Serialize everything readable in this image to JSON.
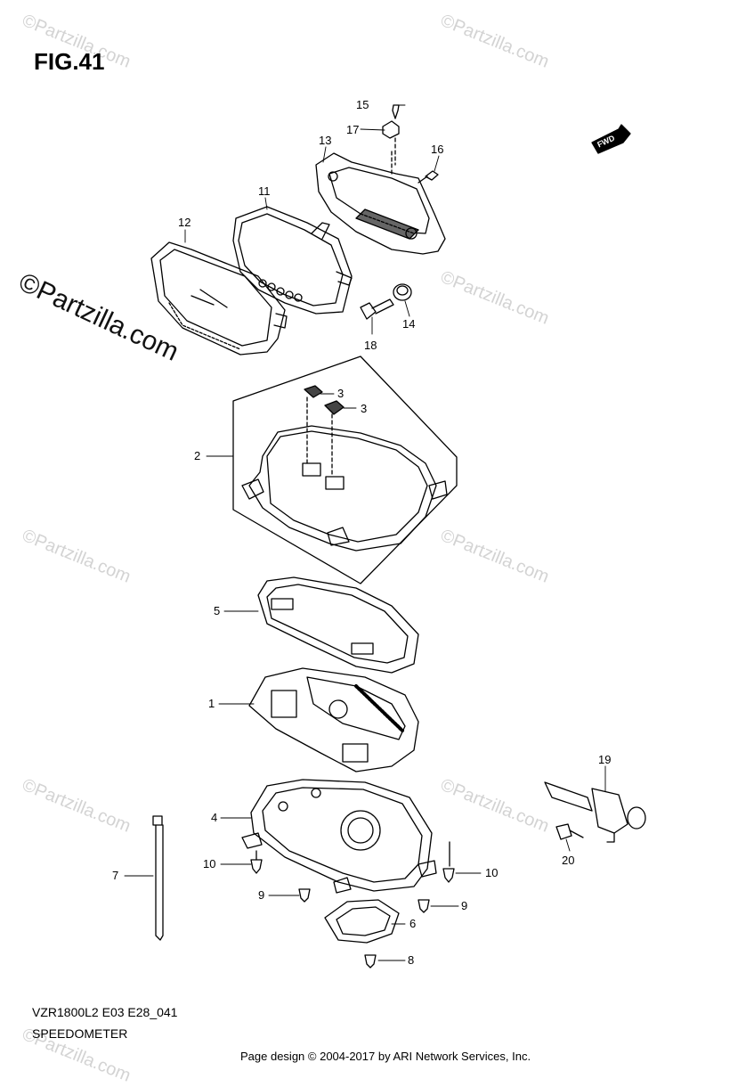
{
  "figure": {
    "title": "FIG.41"
  },
  "watermark": {
    "text": "Partzilla.com",
    "copyright_symbol": "©"
  },
  "fwd_badge": {
    "text": "FWD"
  },
  "callouts": [
    "1",
    "2",
    "3",
    "3",
    "4",
    "5",
    "6",
    "7",
    "8",
    "9",
    "9",
    "10",
    "10",
    "11",
    "12",
    "13",
    "14",
    "15",
    "16",
    "17",
    "18",
    "19",
    "20"
  ],
  "footer": {
    "model_code": "VZR1800L2 E03 E28_041",
    "section_name": "SPEEDOMETER",
    "page_design": "Page design © 2004-2017 by ARI Network Services, Inc."
  }
}
